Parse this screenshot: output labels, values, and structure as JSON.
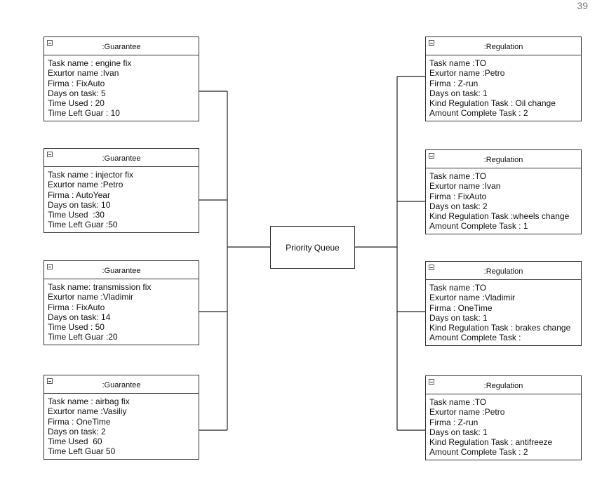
{
  "page_number": "39",
  "center": {
    "label": "Priority Queue"
  },
  "guarantees": [
    {
      "title": ":Guarantee",
      "lines": [
        "Task name : engine fix",
        "Exurtor name :Ivan",
        "Firma : FixAuto",
        "Days on task: 5",
        "Time Used : 20",
        "Time Left Guar : 10"
      ]
    },
    {
      "title": ":Guarantee",
      "lines": [
        "Task name : injector fix",
        "Exurtor name :Petro",
        "Firma : AutoYear",
        "Days on task: 10",
        "Time Used  :30",
        "Time Left Guar :50"
      ]
    },
    {
      "title": ":Guarantee",
      "lines": [
        "Task name: transmission fix",
        "Exurtor name :Vladimir",
        "Firma : FixAuto",
        "Days on task: 14",
        "Time Used : 50",
        "Time Left Guar :20"
      ]
    },
    {
      "title": ":Guarantee",
      "lines": [
        "Task name : airbag fix",
        "Exurtor name :Vasiliy",
        "Firma : OneTime",
        "Days on task: 2",
        "Time Used  60",
        "Time Left Guar 50"
      ]
    }
  ],
  "regulations": [
    {
      "title": ":Regulation",
      "lines": [
        "Task name :TO",
        "Exurtor name :Petro",
        "Firma : Z-run",
        "Days on task: 1",
        "Kind Regulation Task : Oil change",
        "Amount Complete Task : 2"
      ]
    },
    {
      "title": ":Regulation",
      "lines": [
        "Task name :TO",
        "Exurtor name :Ivan",
        "Firma : FixAuto",
        "Days on task: 2",
        "Kind Regulation Task :wheels change",
        "Amount Complete Task : 1"
      ]
    },
    {
      "title": ":Regulation",
      "lines": [
        "Task name :TO",
        "Exurtor name :Vladimir",
        "Firma : OneTime",
        "Days on task: 1",
        "Kind Regulation Task : brakes change",
        "Amount Complete Task :"
      ]
    },
    {
      "title": ":Regulation",
      "lines": [
        "Task name :TO",
        "Exurtor name :Petro",
        "Firma : Z-run",
        "Days on task: 1",
        "Kind Regulation Task : antifreeze",
        "Amount Complete Task : 2"
      ]
    }
  ]
}
